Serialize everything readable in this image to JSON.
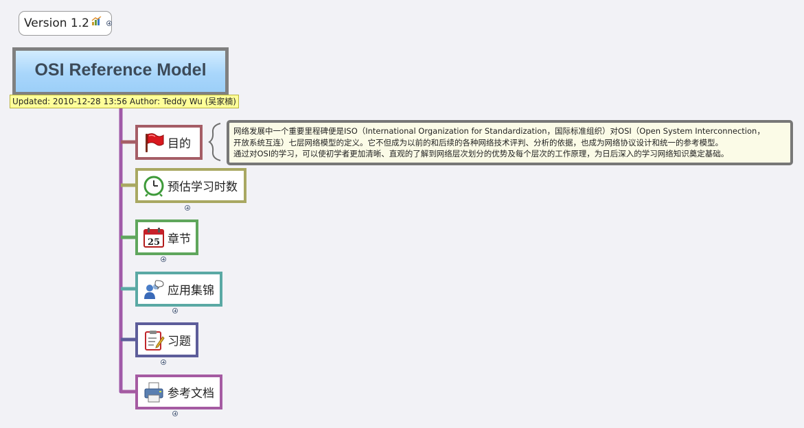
{
  "version": {
    "text": "Version 1.2"
  },
  "root": {
    "title": "OSI Reference Model",
    "label": "Updated: 2010-12-28 13:56  Author: Teddy Wu (吴家楠)"
  },
  "topics": [
    {
      "label": "目的",
      "icon": "red-flag-icon",
      "color": "#a55d66"
    },
    {
      "label": "预估学习时数",
      "icon": "alarm-clock-icon",
      "color": "#a9a862"
    },
    {
      "label": "章节",
      "icon": "calendar-icon",
      "color": "#5fa65c"
    },
    {
      "label": "应用集锦",
      "icon": "users-chat-icon",
      "color": "#5aa9a4"
    },
    {
      "label": "习题",
      "icon": "clipboard-edit-icon",
      "color": "#5d5d9a"
    },
    {
      "label": "参考文档",
      "icon": "printer-icon",
      "color": "#a55ba2"
    }
  ],
  "callout": {
    "lines": [
      "网络发展中一个重要里程碑便是ISO（International Organization for Standardization，国际标准组织）对OSI（Open System Interconnection，",
      "开放系统互连）七层网络模型的定义。它不但成为以前的和后续的各种网络技术评判、分析的依据，也成为网络协议设计和统一的参考模型。",
      "通过对OSI的学习，可以使初学者更加清晰、直观的了解到网络层次划分的优势及每个层次的工作原理，为日后深入的学习网络知识奠定基础。"
    ]
  },
  "colors": {
    "trunk": "#a05aa8",
    "background": "#f2f2f6",
    "root_border": "#808080",
    "callout_border": "#777777"
  }
}
